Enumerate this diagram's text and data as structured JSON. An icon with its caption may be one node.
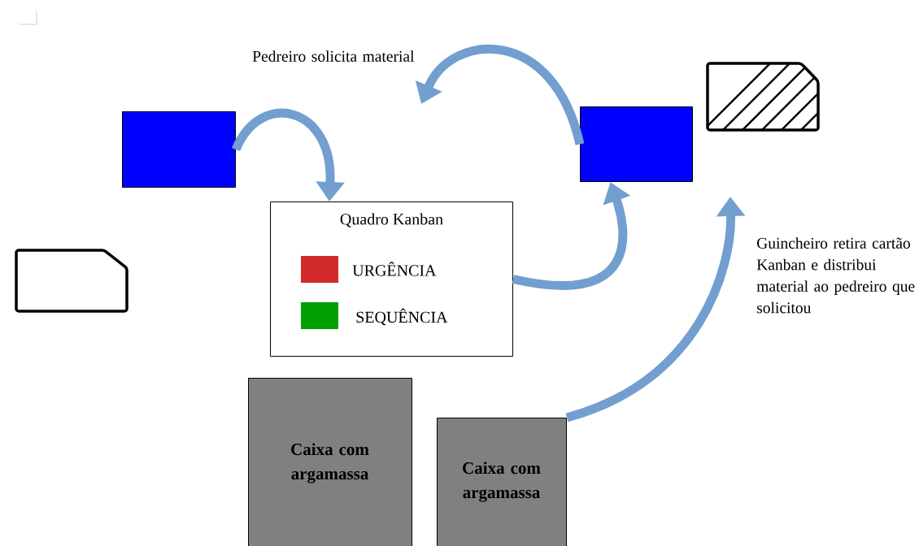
{
  "diagram": {
    "nodes": [
      {
        "text": [],
        "shape": "box"
      },
      {
        "text": [],
        "shape": "box"
      },
      {
        "text": [
          "Quadro Kanban"
        ]
      },
      {
        "text": [
          "Caixa com argamassa"
        ]
      },
      {
        "text": [
          "Caixa com argamassa"
        ]
      }
    ],
    "edges": [
      {
        "from": 0,
        "to": 2,
        "arrow": "to"
      },
      {
        "from": 1,
        "to": null,
        "arrow": "to"
      },
      {
        "from": 2,
        "to": 1,
        "arrow": "to"
      },
      {
        "from": 4,
        "to": null,
        "arrow": "to"
      }
    ],
    "labels": [
      "Pedreiro solicita material",
      "Guincheiro retira cartão Kanban e distribui material ao pedreiro que solicitou"
    ],
    "legend": [
      {
        "text": "URGÊNCIA",
        "color": "#d22b2b"
      },
      {
        "text": "SEQUÊNCIA",
        "color": "#00a000"
      }
    ]
  }
}
